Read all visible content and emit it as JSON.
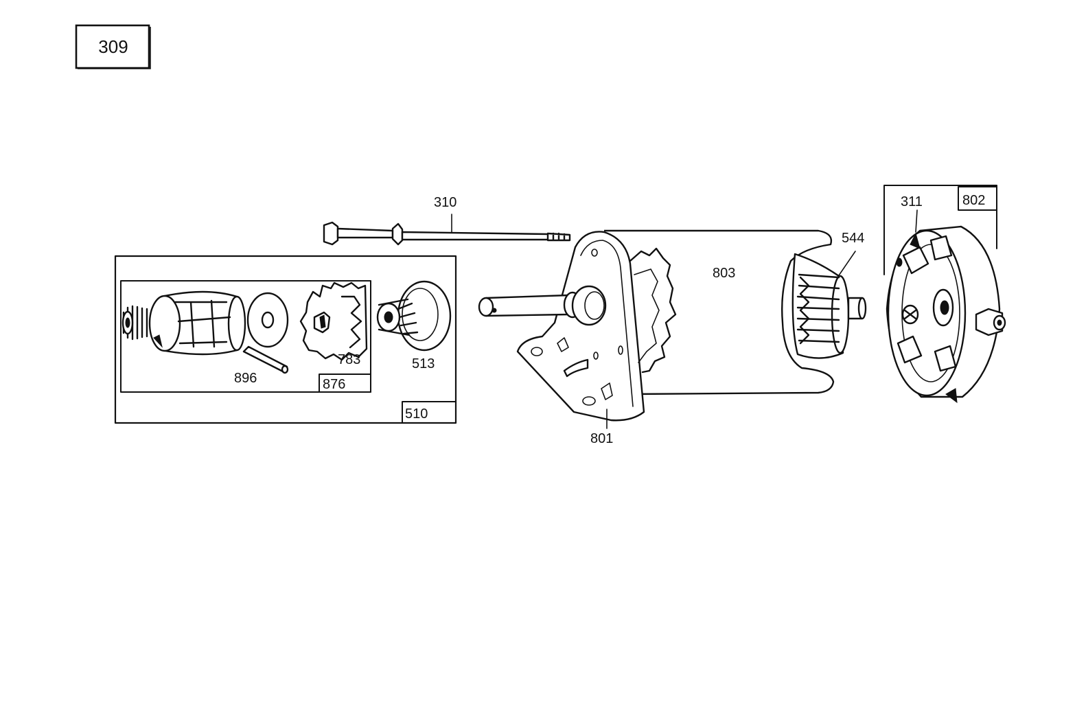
{
  "diagram": {
    "figure_number": "309",
    "callouts": {
      "bolt": "310",
      "brush_holder": "311",
      "drive_assembly": "510",
      "pinion_nut": "513",
      "armature": "544",
      "gear": "783",
      "drive_kit": "876",
      "roll_pin": "896",
      "drive_end_cap": "801",
      "commutator_end_cap": "802",
      "housing": "803"
    }
  }
}
